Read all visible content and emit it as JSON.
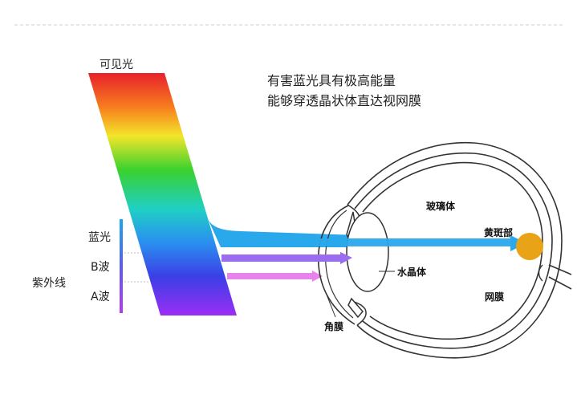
{
  "header_lines": [
    "有害蓝光具有极高能量",
    "能够穿透晶状体直达视网膜"
  ],
  "spectrum": {
    "label": "可见光"
  },
  "uv": {
    "group_label": "紫外线",
    "blue_light": "蓝光",
    "b_wave": "B波",
    "a_wave": "A波"
  },
  "eye_parts": {
    "vitreous": "玻璃体",
    "macula": "黄斑部",
    "lens": "水晶体",
    "retina": "网膜",
    "cornea": "角膜"
  },
  "colors": {
    "blue_beam": "#29a8ec",
    "b_wave_beam": "#9b6cf0",
    "a_wave_beam": "#e783ec",
    "macula_spot": "#e8a317",
    "eye_outline": "#333333"
  }
}
